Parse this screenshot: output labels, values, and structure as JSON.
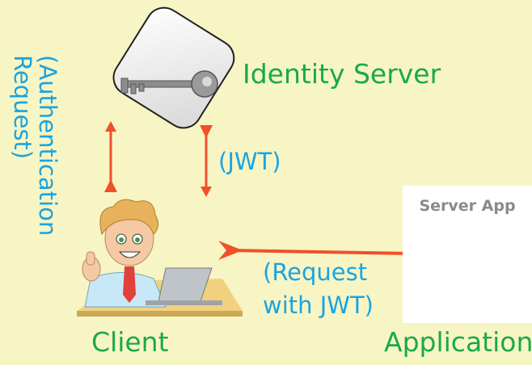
{
  "labels": {
    "identity_server": "Identity Server",
    "jwt": "(JWT)",
    "auth_request_line1": "(Authentication",
    "auth_request_line2": "Request)",
    "request_line1": "(Request",
    "request_line2": "with JWT)",
    "client": "Client",
    "application": "Application",
    "server_app": "Server App"
  },
  "colors": {
    "background": "#f8f5c4",
    "green_text": "#19a94d",
    "blue_text": "#1aa4e0",
    "arrow": "#f0502a",
    "server_rack": "#7c7c7c"
  },
  "icons": {
    "key": "key-icon",
    "server": "server-rack-icon",
    "person": "person-laptop-illustration"
  }
}
